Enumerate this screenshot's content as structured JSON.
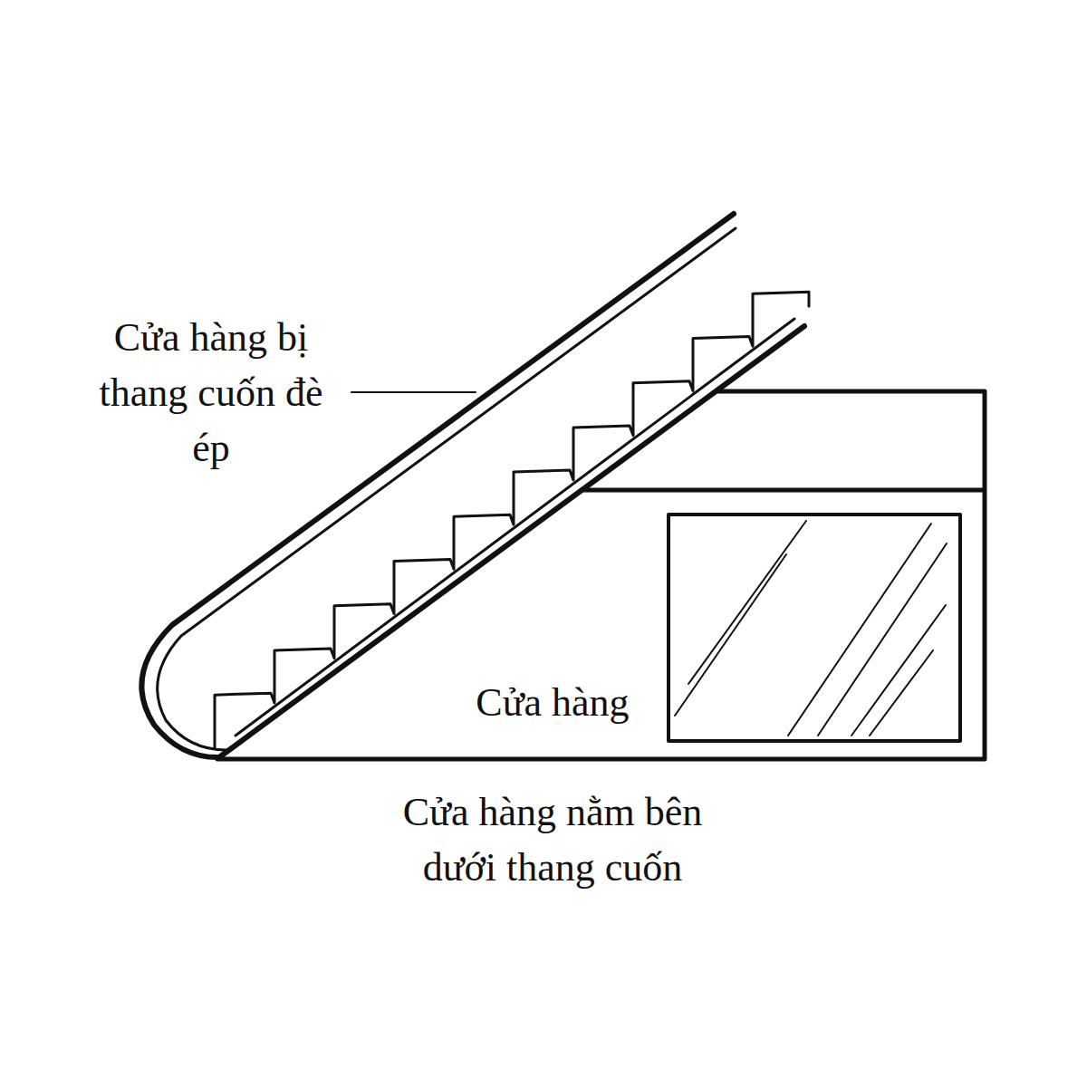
{
  "diagram": {
    "caption": "Cửa hàng nằm bên dưới thang cuốn",
    "labels": [
      "Cửa hàng bị thang cuốn đè ép",
      "Cửa hàng"
    ]
  }
}
